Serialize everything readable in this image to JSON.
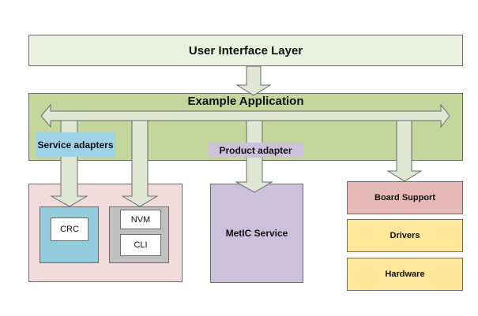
{
  "ui_layer": {
    "label": "User Interface Layer"
  },
  "app": {
    "label": "Example Application"
  },
  "adapters": {
    "service": "Service adapters",
    "product": "Product adapter"
  },
  "service_group": {
    "crc": "CRC",
    "nvm": "NVM",
    "cli": "CLI"
  },
  "metic": {
    "label": "MetIC Service"
  },
  "stack": {
    "board": "Board Support",
    "drivers": "Drivers",
    "hardware": "Hardware"
  },
  "colors": {
    "ui_layer": "#ebf1de",
    "app": "#c3d69b",
    "arrow_fill": "#dfe6d2",
    "service_group": "#f2dcdb",
    "crc": "#93cddd",
    "nvm_group": "#bfbfbf",
    "metic": "#ccc1da",
    "board": "#e6b9b8",
    "drivers_hardware": "#ffe699"
  }
}
